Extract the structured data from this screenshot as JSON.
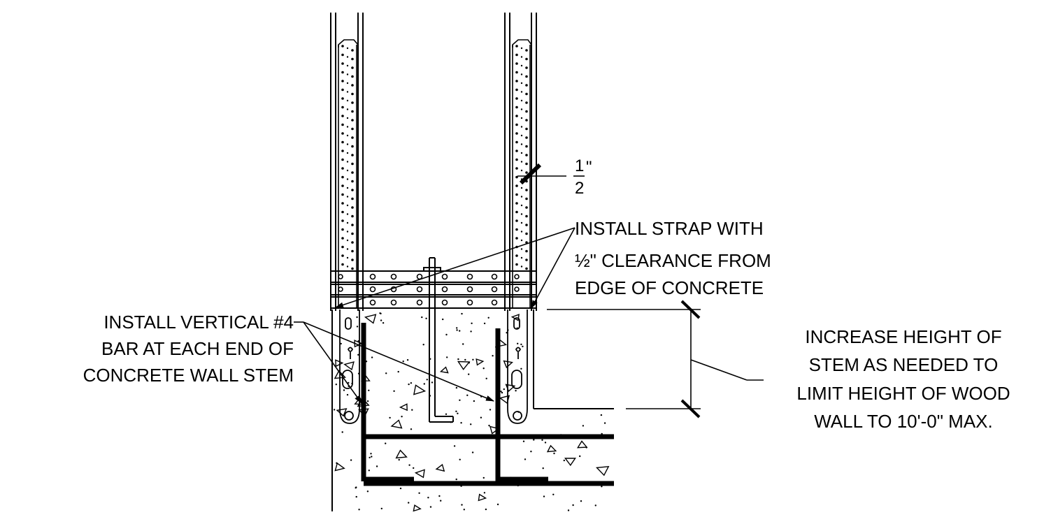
{
  "notes": {
    "strap": {
      "lines": [
        "INSTALL STRAP WITH",
        "½\" CLEARANCE FROM",
        "EDGE OF CONCRETE"
      ]
    },
    "vertical_bar": {
      "lines": [
        "INSTALL VERTICAL #4",
        "BAR AT EACH END OF",
        "CONCRETE WALL STEM"
      ]
    },
    "stem_height": {
      "lines": [
        "INCREASE HEIGHT OF",
        "STEM AS NEEDED TO",
        "LIMIT HEIGHT OF WOOD",
        "WALL TO 10'-0\" MAX."
      ]
    },
    "clearance_dim": {
      "numerator": "1",
      "denominator": "2",
      "unit": "\""
    }
  },
  "colors": {
    "line": "#000000",
    "background": "#ffffff"
  }
}
